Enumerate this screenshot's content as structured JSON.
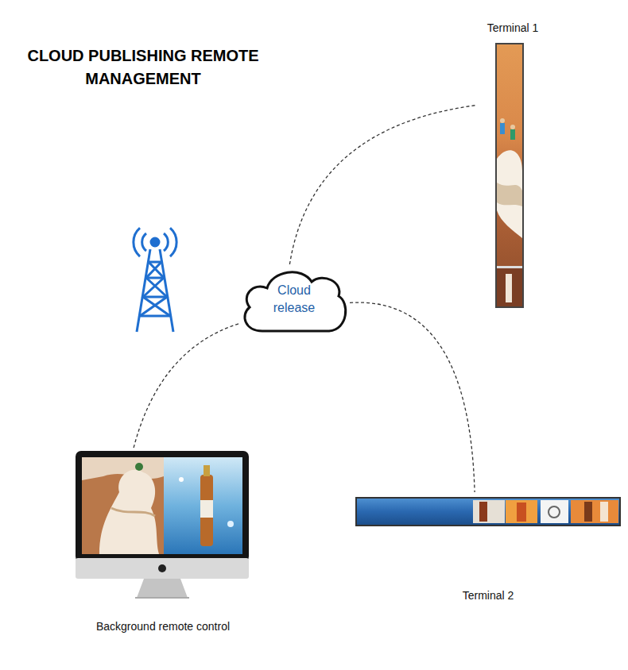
{
  "diagram": {
    "title": "CLOUD PUBLISHING REMOTE MANAGEMENT",
    "nodes": [
      {
        "text": [
          "Terminal 1"
        ]
      },
      {
        "text": [
          "Cloud release"
        ]
      },
      {
        "text": [
          "Background remote control"
        ]
      },
      {
        "text": [
          "Terminal 2"
        ]
      }
    ],
    "edges": [
      {
        "from": 1,
        "to": 0,
        "arrow": "none"
      },
      {
        "from": 1,
        "to": 2,
        "arrow": "none"
      },
      {
        "from": 1,
        "to": 3,
        "arrow": "none"
      }
    ]
  }
}
